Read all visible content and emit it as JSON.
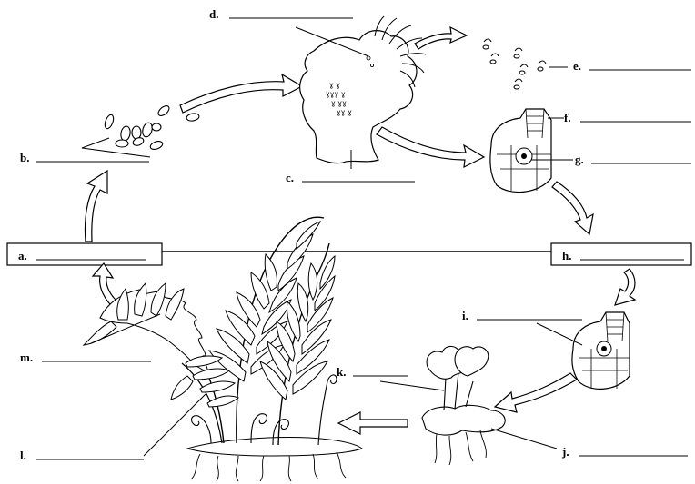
{
  "diagram": {
    "labels": {
      "a": "a.",
      "b": "b.",
      "c": "c.",
      "d": "d.",
      "e": "e.",
      "f": "f.",
      "g": "g.",
      "h": "h.",
      "i": "i.",
      "j": "j.",
      "k": "k.",
      "l": "l.",
      "m": "m."
    }
  }
}
